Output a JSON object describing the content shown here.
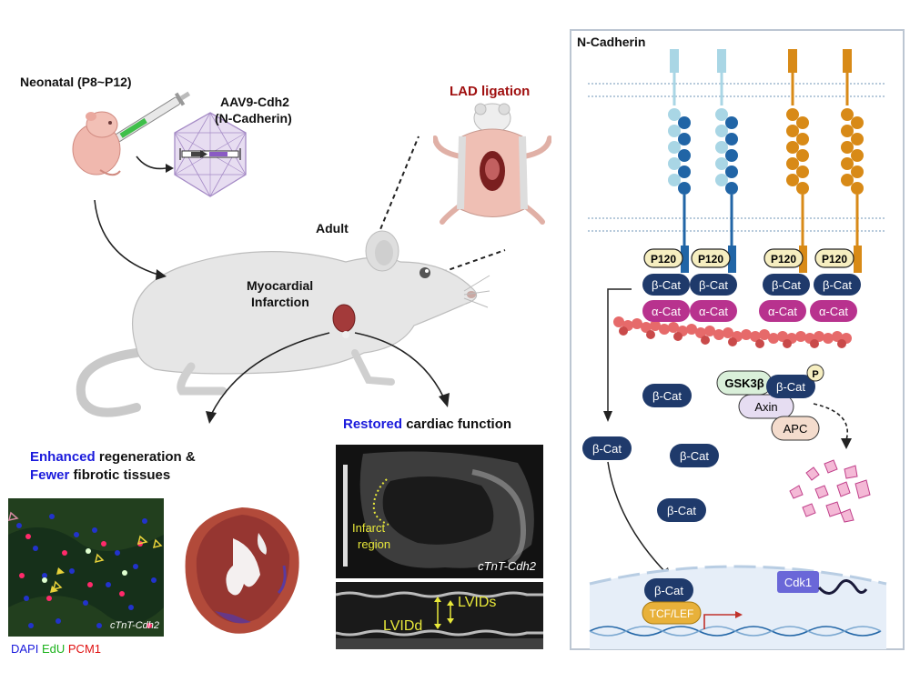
{
  "left": {
    "neonatal_label": "Neonatal (P8~P12)",
    "aav_line1": "AAV9-Cdh2",
    "aav_line2": "(N-Cadherin)",
    "lad_label": "LAD ligation",
    "adult_label": "Adult",
    "mi_line1": "Myocardial",
    "mi_line2": "Infarction",
    "restored_word": "Restored",
    "restored_rest": " cardiac function",
    "enhanced_word": "Enhanced",
    "enhanced_rest": " regeneration &",
    "fewer_word": "Fewer",
    "fewer_rest": " fibrotic tissues",
    "infarct_line1": "Infarct",
    "infarct_line2": "region",
    "echo_label": "cTnT-Cdh2",
    "micro_label": "cTnT-Cdh2",
    "lvids": "LVIDs",
    "lvidd": "LVIDd",
    "dapi": "DAPI",
    "edu": "EdU",
    "pcm1": "PCM1"
  },
  "right": {
    "title": "N-Cadherin",
    "p120": "P120",
    "bcat": "β-Cat",
    "acat": "α-Cat",
    "gsk": "GSK3β",
    "p": "P",
    "axin": "Axin",
    "apc": "APC",
    "tcf": "TCF/LEF",
    "cdk1": "Cdk1"
  },
  "colors": {
    "blue_highlight": "#1a1adc",
    "red_label": "#a01010",
    "bcat_fill": "#1f3a6b",
    "acat_fill": "#b8328e",
    "p120_fill": "#f6eec0",
    "cadherin_light": "#a9d6e5",
    "cadherin_dark": "#2165a6",
    "cadherin_orange": "#d88a17",
    "dapi": "#1a1adc",
    "edu": "#1db31d",
    "pcm1": "#e01010"
  }
}
